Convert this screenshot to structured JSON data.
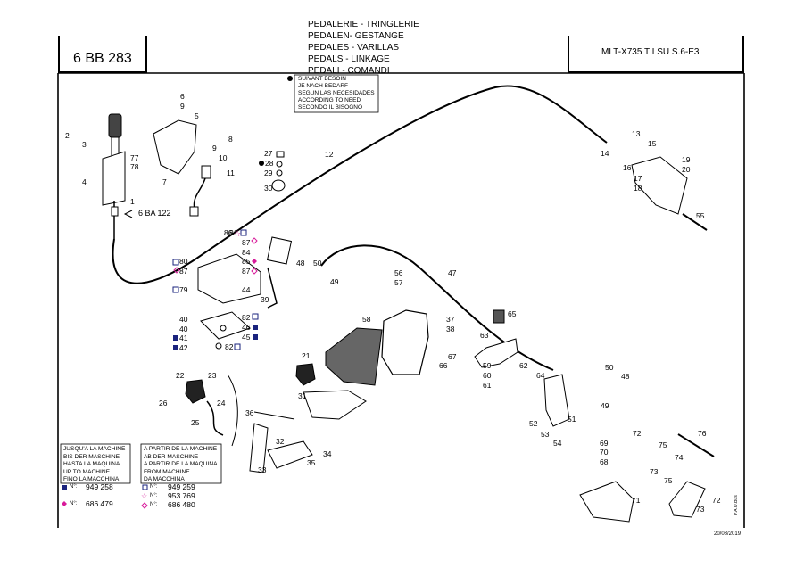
{
  "header": {
    "ref_code": "6 BB 283",
    "title_lines": [
      "PEDALERIE - TRINGLERIE",
      "PEDALEN- GESTANGE",
      "PEDALES - VARILLAS",
      "PEDALS - LINKAGE",
      "PEDALI - COMANDI"
    ],
    "model": "MLT-X735 T LSU S.6-E3"
  },
  "note_box": {
    "lines": [
      "SUIVANT BESOIN",
      "JE NACH BEDARF",
      "SEGUN LAS NECESIDADES",
      "ACCORDING TO NEED",
      "SECONDO IL BISOGNO"
    ]
  },
  "cross_ref": "6 BA 122",
  "part_numbers": {
    "p1": "1",
    "p2": "2",
    "p3": "3",
    "p4": "4",
    "p5": "5",
    "p6": "6",
    "p7": "7",
    "p8": "8",
    "p9a": "9",
    "p9b": "9",
    "p10": "10",
    "p11": "11",
    "p12": "12",
    "p13": "13",
    "p14": "14",
    "p15": "15",
    "p16": "16",
    "p17": "17",
    "p18": "18",
    "p19": "19",
    "p20": "20",
    "p21": "21",
    "p22": "22",
    "p23": "23",
    "p24": "24",
    "p25": "25",
    "p26": "26",
    "p27": "27",
    "p28": "28",
    "p29": "29",
    "p30": "30",
    "p31": "31",
    "p32": "32",
    "p33": "33",
    "p34": "34",
    "p35": "35",
    "p36": "36",
    "p37": "37",
    "p38": "38",
    "p39": "39",
    "p40a": "40",
    "p40b": "40",
    "p41": "41",
    "p42": "42",
    "p44": "44",
    "p45": "45",
    "p46": "46",
    "p47": "47",
    "p48a": "48",
    "p48b": "48",
    "p49a": "49",
    "p49b": "49",
    "p50a": "50",
    "p50b": "50",
    "p51": "51",
    "p52": "52",
    "p53": "53",
    "p54": "54",
    "p55": "55",
    "p56": "56",
    "p57": "57",
    "p58": "58",
    "p59": "59",
    "p60": "60",
    "p61": "61",
    "p62": "62",
    "p63": "63",
    "p64": "64",
    "p65": "65",
    "p66": "66",
    "p67": "67",
    "p68": "68",
    "p69": "69",
    "p70": "70",
    "p71": "71",
    "p72a": "72",
    "p72b": "72",
    "p73a": "73",
    "p73b": "73",
    "p74": "74",
    "p75a": "75",
    "p75b": "75",
    "p76": "76",
    "p77": "77",
    "p78": "78",
    "p79": "79",
    "p80": "80",
    "p81": "81",
    "p82a": "82",
    "p82b": "82",
    "p84": "84",
    "p85": "85",
    "p86": "86",
    "p87a": "87",
    "p87b": "87",
    "p87c": "87"
  },
  "serial_table": {
    "left_lines": [
      "JUSQU'A LA MACHINE",
      "BIS DER MASCHINE",
      "HASTA LA MAQUINA",
      "UP TO MACHINE",
      "FINO LA MACCHINA"
    ],
    "right_lines": [
      "A PARTIR DE LA MACHINE",
      "AB DER MASCHINE",
      "A PARTIR DE LA MAQUINA",
      "FROM MACHINE",
      "DA MACCHINA"
    ],
    "left_serials": [
      {
        "prefix": "N°:",
        "number": "949 258",
        "color": "#1a237e"
      },
      {
        "prefix": "N°:",
        "number": "686 479",
        "color": "#d81b9a"
      }
    ],
    "right_serials": [
      {
        "prefix": "N°:",
        "number": "949 259",
        "color": "#1a237e"
      },
      {
        "prefix": "N°:",
        "number": "953 769",
        "color": "#d81b9a"
      },
      {
        "prefix": "N°:",
        "number": "686 480",
        "color": "#d81b9a"
      }
    ]
  },
  "footer": {
    "date": "20/08/2019",
    "author": "P.A.O.Bus"
  },
  "colors": {
    "blue": "#1a237e",
    "magenta": "#d81b9a",
    "shade": "#555555"
  }
}
